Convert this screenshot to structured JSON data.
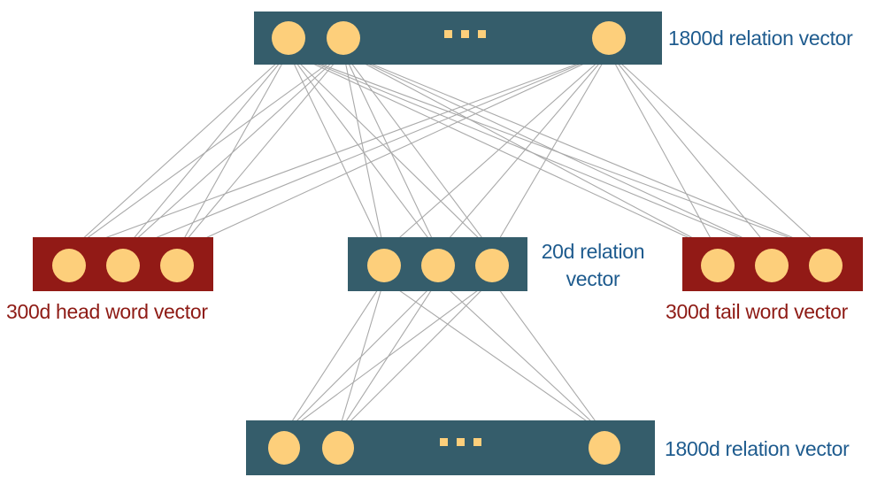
{
  "layers": {
    "top": {
      "label": "1800d relation vector",
      "kind": "relation",
      "nodes": [
        "t1",
        "t2",
        "t3"
      ],
      "ellipsis": "..."
    },
    "head": {
      "label": "300d head word vector",
      "kind": "word",
      "nodes": [
        "h1",
        "h2",
        "h3"
      ]
    },
    "middle": {
      "label_line1": "20d relation",
      "label_line2": "vector",
      "kind": "relation",
      "nodes": [
        "m1",
        "m2",
        "m3"
      ]
    },
    "tail": {
      "label": "300d tail word vector",
      "kind": "word",
      "nodes": [
        "w1",
        "w2",
        "w3"
      ]
    },
    "bottom": {
      "label": "1800d relation vector",
      "kind": "relation",
      "nodes": [
        "b1",
        "b2",
        "b3"
      ],
      "ellipsis": "..."
    }
  },
  "connections": [
    {
      "from": "top",
      "to": "head",
      "type": "fully-connected"
    },
    {
      "from": "top",
      "to": "middle",
      "type": "fully-connected"
    },
    {
      "from": "top",
      "to": "tail",
      "type": "fully-connected"
    },
    {
      "from": "middle",
      "to": "bottom",
      "type": "fully-connected"
    }
  ],
  "colors": {
    "relation_box": "#355d6b",
    "word_box": "#921a16",
    "node": "#fdcf7b",
    "edge": "#a9a9a9",
    "relation_label": "#1e5b8e",
    "word_label": "#8e1b15"
  }
}
